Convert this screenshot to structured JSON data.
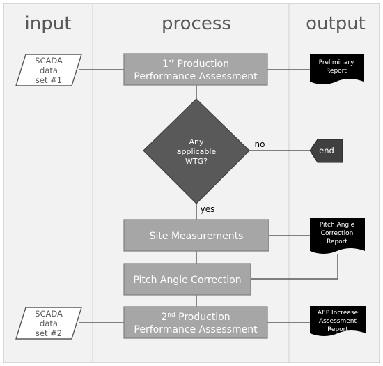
{
  "columns": {
    "input": "input",
    "process": "process",
    "output": "output"
  },
  "inputs": {
    "scada1": [
      "SCADA",
      "data",
      "set #1"
    ],
    "scada2": [
      "SCADA",
      "data",
      "set #2"
    ]
  },
  "process": {
    "step1": {
      "line1_main": "1",
      "line1_sup": "st",
      "line1_rest": " Production",
      "line2": "Performance Assessment"
    },
    "decision": [
      "Any",
      "applicable",
      "WTG?"
    ],
    "decision_no": "no",
    "decision_yes": "yes",
    "site_measurements": "Site Measurements",
    "pitch_angle_correction": "Pitch Angle Correction",
    "step2": {
      "line1_main": "2",
      "line1_sup": "nd",
      "line1_rest": " Production",
      "line2": "Performance Assessment"
    }
  },
  "outputs": {
    "end": "end",
    "preliminary_report": [
      "Preliminary",
      "Report"
    ],
    "pitch_report": [
      "Pitch Angle",
      "Correction",
      "Report"
    ],
    "aep_report": [
      "AEP Increase",
      "Assessment",
      "Report"
    ]
  },
  "colors": {
    "column_bg": "#f2f2f2",
    "column_border": "#bfbfbf",
    "process_box": "#a6a6a6",
    "process_box_border": "#7f7f7f",
    "decision": "#595959",
    "end": "#404040",
    "output_doc": "#000000",
    "line": "#595959",
    "header_text": "#595959"
  }
}
